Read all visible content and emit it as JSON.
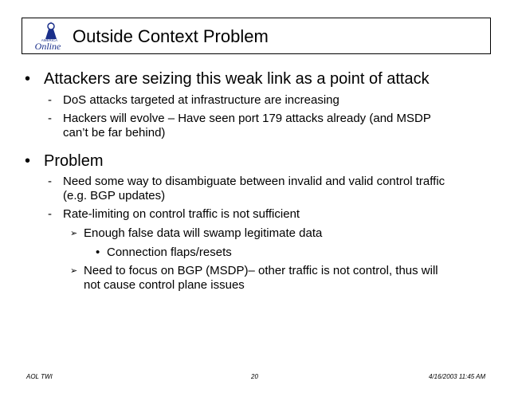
{
  "header": {
    "logo_text": [
      "AMERICA",
      "Online"
    ],
    "title": "Outside Context Problem"
  },
  "bullets": [
    {
      "text": "Attackers are seizing this weak link as a point of attack",
      "subitems": [
        {
          "lines": [
            "DoS attacks targeted at infrastructure are increasing"
          ]
        },
        {
          "lines": [
            "Hackers will evolve – Have seen port 179 attacks already (and MSDP",
            "can’t be far behind)"
          ]
        }
      ]
    },
    {
      "text": "Problem",
      "subitems": [
        {
          "lines": [
            "Need some way to disambiguate between invalid and valid control traffic",
            "(e.g. BGP updates)"
          ]
        },
        {
          "lines": [
            "Rate-limiting on control traffic is not sufficient"
          ],
          "subitems": [
            {
              "lines": [
                "Enough false data will swamp legitimate data"
              ],
              "subitems": [
                {
                  "lines": [
                    "Connection flaps/resets"
                  ]
                }
              ]
            },
            {
              "lines": [
                "Need to focus on BGP (MSDP)– other traffic is not control, thus will",
                "not cause control plane issues"
              ]
            }
          ]
        }
      ]
    }
  ],
  "glyphs": {
    "bullet": "•",
    "dash": "-",
    "arrow": "➢",
    "small_bullet": "•"
  },
  "footer": {
    "left": "AOL TWI",
    "center": "20",
    "right": "4/16/2003 11:45 AM"
  },
  "colors": {
    "logo_blue": "#1a2f8a"
  }
}
